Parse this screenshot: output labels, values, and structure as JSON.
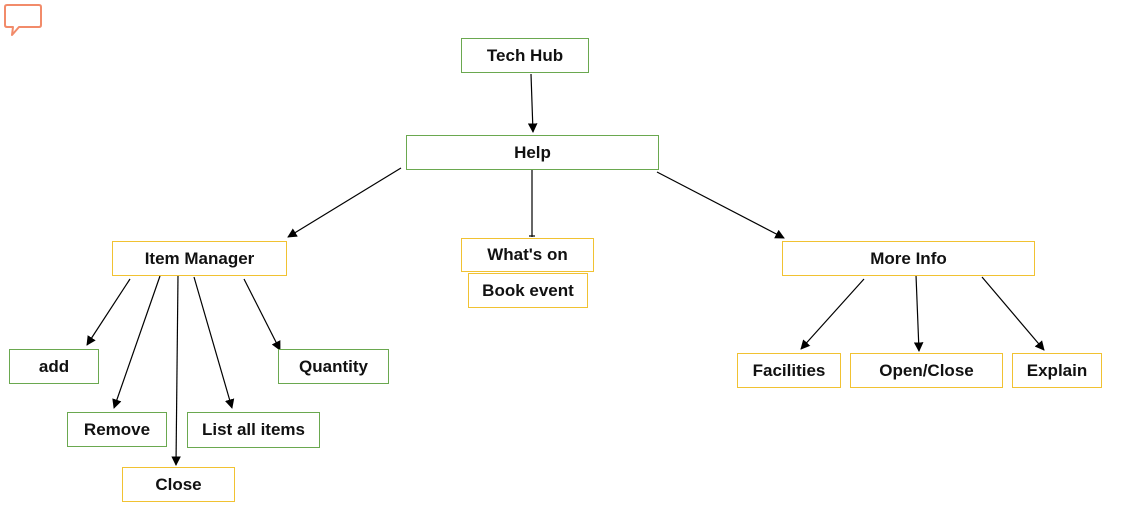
{
  "colors": {
    "green_border": "#6aa84f",
    "yellow_border": "#f1c232",
    "arrow": "#000000",
    "comment_icon": "#f28b6a"
  },
  "icons": {
    "comment": "comment-icon"
  },
  "nodes": {
    "tech_hub": "Tech Hub",
    "help": "Help",
    "item_manager": "Item Manager",
    "whats_on": "What's on",
    "book_event": "Book event",
    "more_info": "More Info",
    "add": "add",
    "remove": "Remove",
    "close": "Close",
    "list_all_items": "List all items",
    "quantity": "Quantity",
    "facilities": "Facilities",
    "open_close": "Open/Close",
    "explain": "Explain"
  }
}
